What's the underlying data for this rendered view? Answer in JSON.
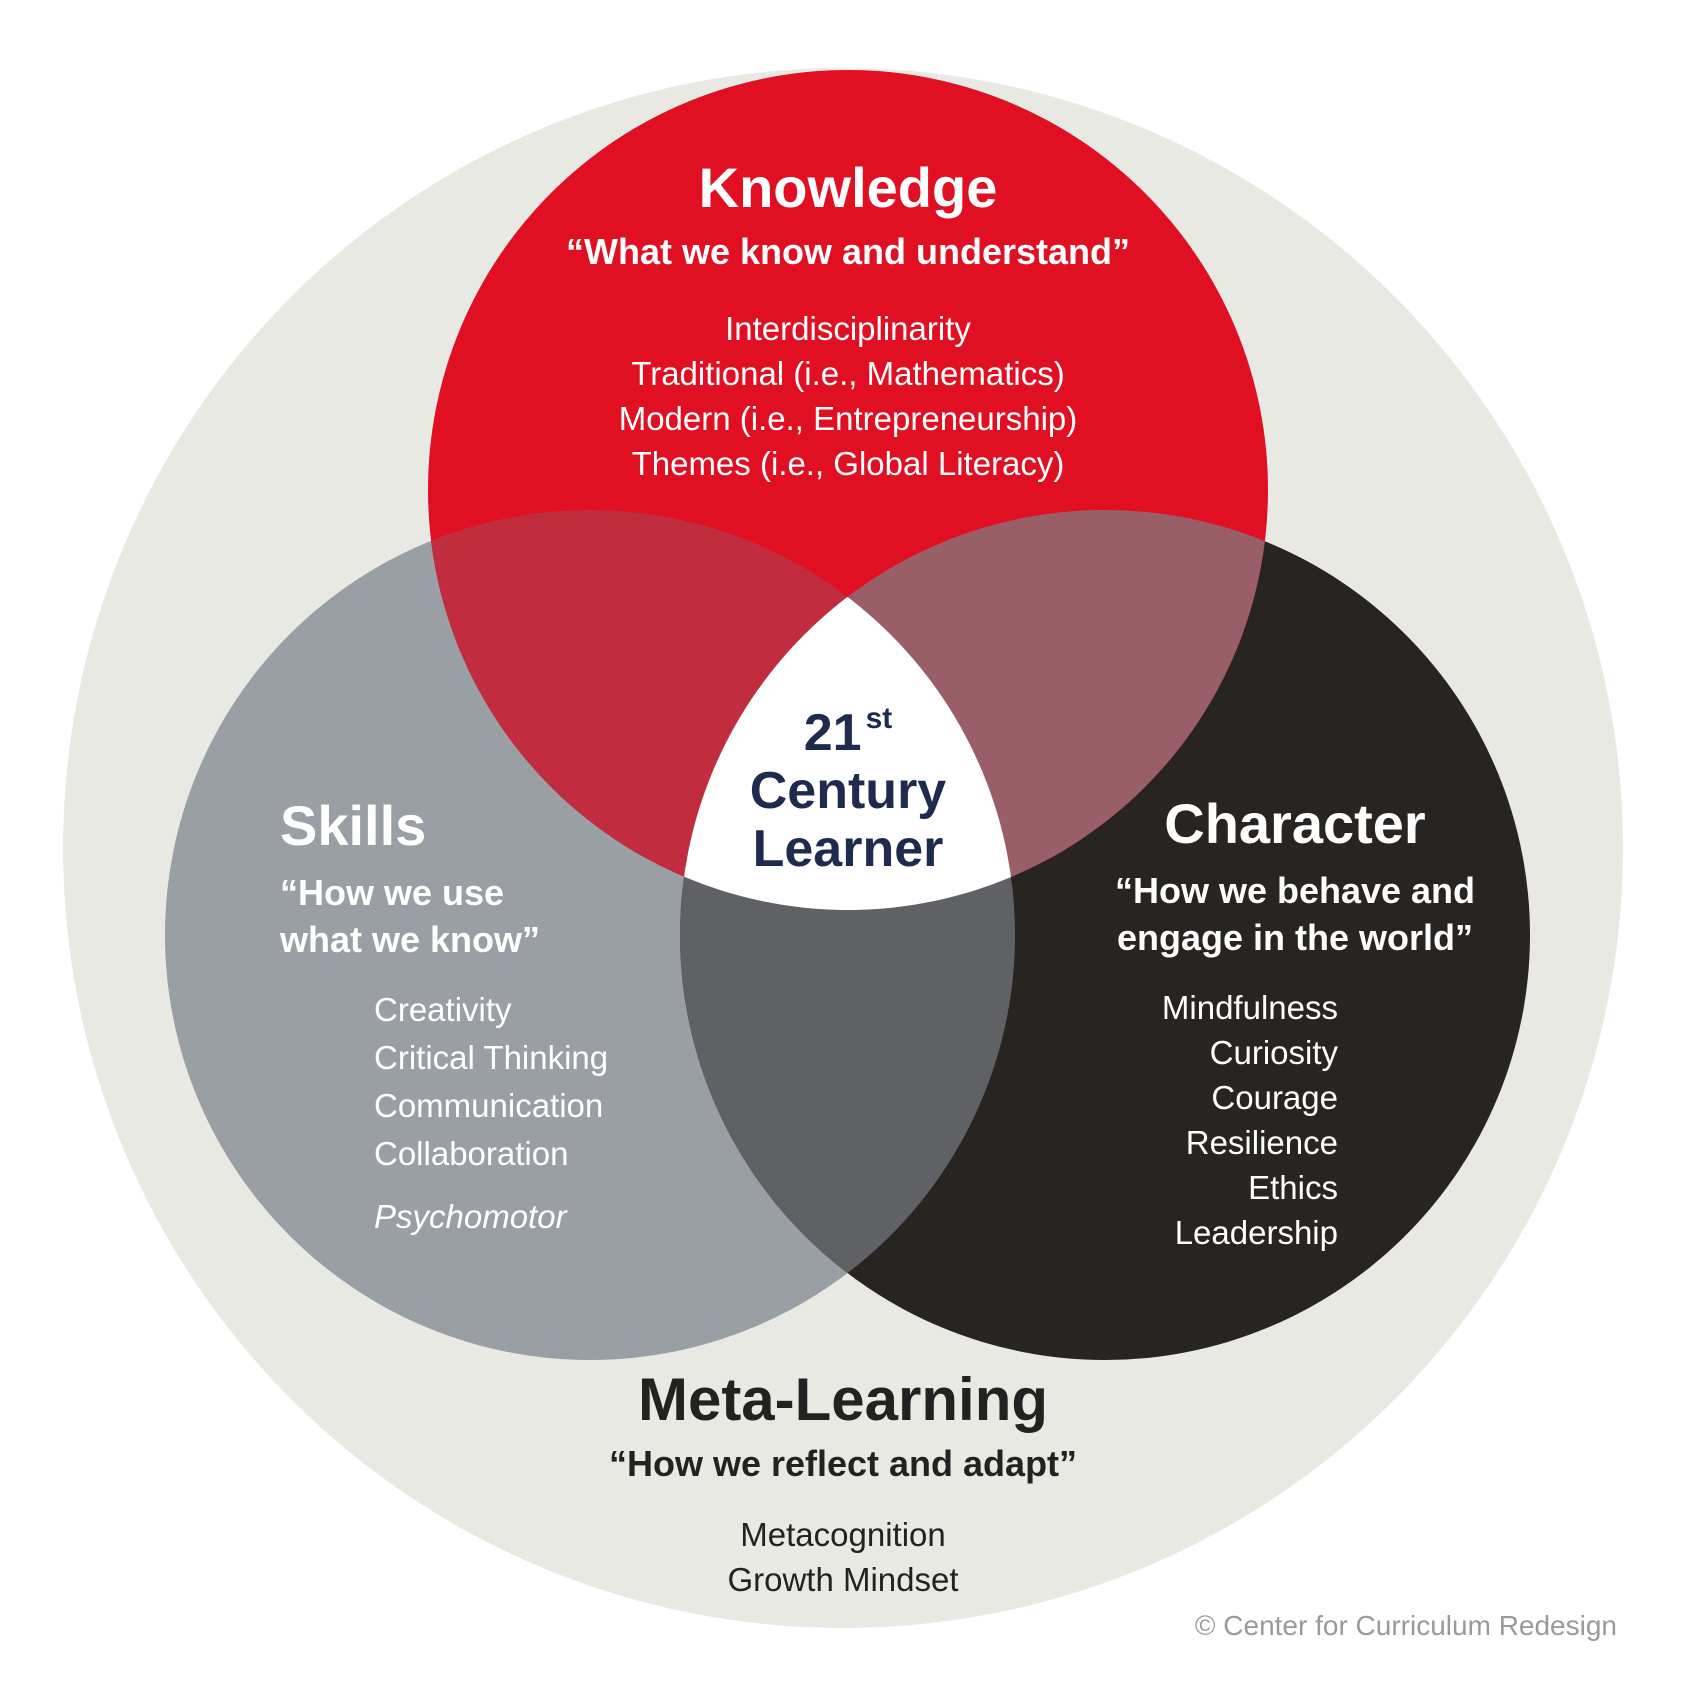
{
  "colors": {
    "outer": "#e9e9e4",
    "knowledge": "#e00f22",
    "skills": "#9a9ea5",
    "character": "#272421",
    "skills_knowledge_overlap": "#c12d3e",
    "knowledge_character_overlap": "#9a5e69",
    "skills_character_overlap": "#606164",
    "center": "#ffffff",
    "center_text": "#1f2a4f"
  },
  "knowledge": {
    "title": "Knowledge",
    "quote": "“What we know and understand”",
    "items": [
      "Interdisciplinarity",
      "Traditional (i.e., Mathematics)",
      "Modern (i.e., Entrepreneurship)",
      "Themes (i.e., Global Literacy)"
    ]
  },
  "skills": {
    "title": "Skills",
    "quote_line1": "“How we use",
    "quote_line2": "what we know”",
    "items": [
      "Creativity",
      "Critical Thinking",
      "Communication",
      "Collaboration"
    ],
    "extra": "Psychomotor"
  },
  "character": {
    "title": "Character",
    "quote_line1": "“How we behave and",
    "quote_line2": "engage in the world”",
    "items": [
      "Mindfulness",
      "Curiosity",
      "Courage",
      "Resilience",
      "Ethics",
      "Leadership"
    ]
  },
  "center": {
    "number": "21",
    "suffix": "st",
    "line2": "Century",
    "line3": "Learner"
  },
  "meta": {
    "title": "Meta-Learning",
    "quote": "“How we reflect and adapt”",
    "items": [
      "Metacognition",
      "Growth Mindset"
    ]
  },
  "copyright": "© Center for Curriculum Redesign"
}
